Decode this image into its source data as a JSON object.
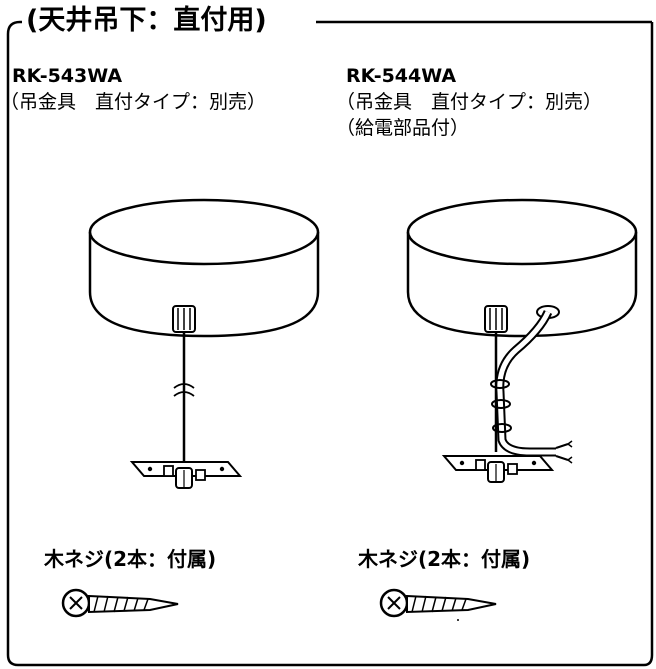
{
  "section_title": "(天井吊下：直付用)",
  "left_product": {
    "model": "RK-543WA",
    "note": "（吊金具　直付タイプ：別売）",
    "screw_label": "木ネジ(2本：付属)"
  },
  "right_product": {
    "model": "RK-544WA",
    "note": "（吊金具　直付タイプ：別売）",
    "note2": "（給電部品付）",
    "screw_label": "木ネジ(2本：付属)"
  }
}
